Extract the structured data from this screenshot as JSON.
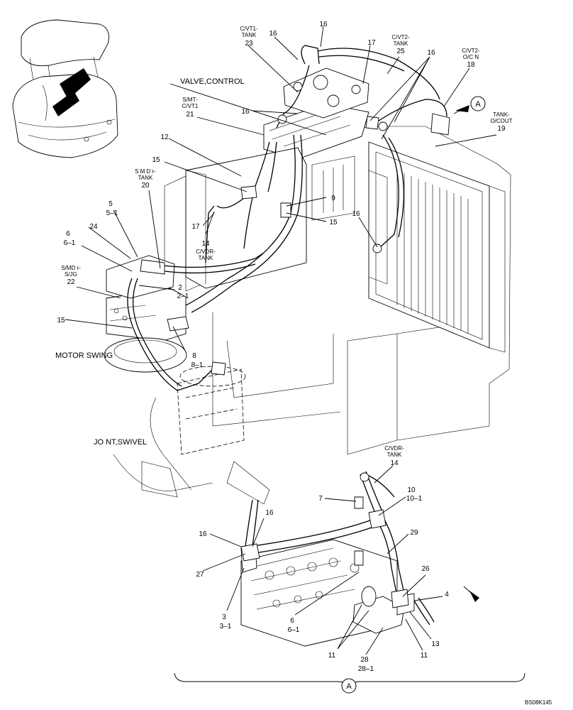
{
  "labels": {
    "l16_top": "16",
    "cvt1_tank_a": "C/VT1-",
    "cvt1_tank_b": "TANK",
    "l23": "23",
    "l16_b": "16",
    "l17_top": "17",
    "cvt2_tank_a": "C/VT2-",
    "cvt2_tank_b": "TANK",
    "l25": "25",
    "l16_c": "16",
    "cvt2_ocn_a": "C/VT2-",
    "cvt2_ocn_b": "O/C N",
    "l18": "18",
    "valve_control": "VALVE,CONTROL",
    "smt_cvt1_a": "S/MT-",
    "smt_cvt1_b": "C/VT1",
    "l21": "21",
    "l16_d": "16",
    "tank_ocout_a": "TANK-",
    "tank_ocout_b": "O/COUT",
    "l19": "19",
    "l12": "12",
    "l15_a": "15",
    "smdr_tank_a": "S M D r-",
    "smdr_tank_b": "TANK",
    "l20": "20",
    "l9": "9",
    "l15_b": "15",
    "l16_e": "16",
    "l17_b": "17",
    "l14": "14",
    "cvdr_tank_a": "C/VDR-",
    "cvdr_tank_b": "TANK",
    "l5": "5",
    "l5_1": "5–1",
    "l6": "6",
    "l6_1": "6–1",
    "l24": "24",
    "smdr_sjg_a": "S/MD r-",
    "smdr_sjg_b": "S/JG",
    "l22": "22",
    "l2": "2",
    "l2_1": "2–1",
    "l15_c": "15",
    "motor_swing": "MOTOR SWING",
    "l8": "8",
    "l8_1": "8–1",
    "joint_swivel": "JO NT,SWIVEL",
    "cvdr_tank2_a": "C/VDR-",
    "cvdr_tank2_b": "TANK",
    "l14_b": "14",
    "l7": "7",
    "l10": "10",
    "l10_1": "10–1",
    "l16_f": "16",
    "l16_g": "16",
    "l29": "29",
    "l27": "27",
    "l26": "26",
    "l4": "4",
    "l3": "3",
    "l3_1": "3–1",
    "l6_b": "6",
    "l6_1_b": "6–1",
    "l13": "13",
    "l11_a": "11",
    "l11_b": "11",
    "l28": "28",
    "l28_1": "28–1",
    "callout_a": "A",
    "callout_a_bottom": "A",
    "drawing_id": "BS08K145"
  }
}
